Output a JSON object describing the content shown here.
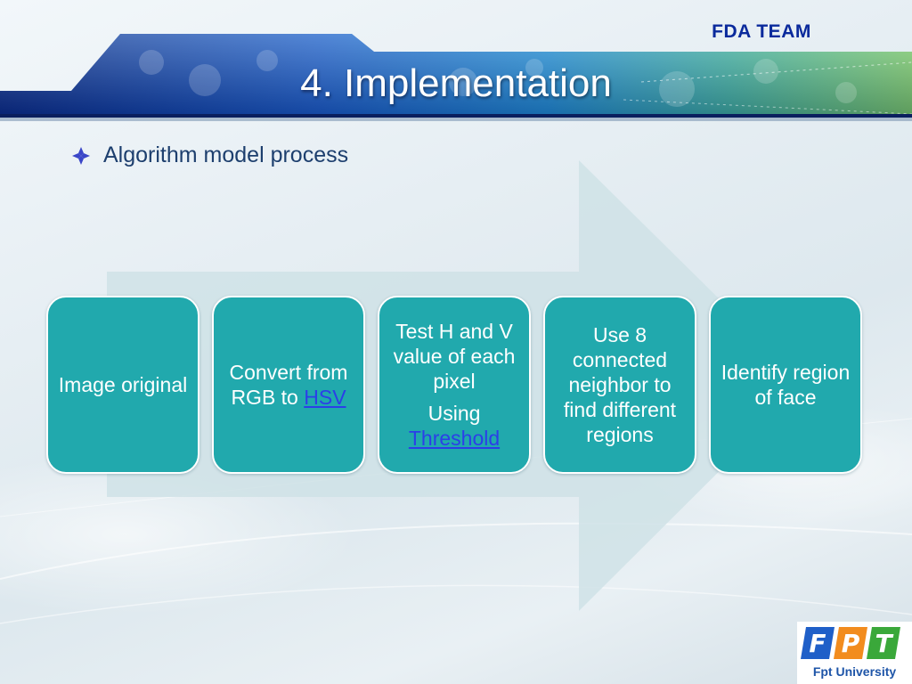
{
  "header": {
    "team": "FDA TEAM",
    "title": "4. Implementation"
  },
  "bullet": {
    "text": "Algorithm model process"
  },
  "process": {
    "steps": [
      {
        "lines": [
          "Image original"
        ]
      },
      {
        "text_before_link": "Convert from RGB to ",
        "link": "HSV"
      },
      {
        "text": "Test H and V value of each pixel",
        "using": "Using",
        "link": "Threshold"
      },
      {
        "lines": [
          "Use 8 connected neighbor to find different regions"
        ]
      },
      {
        "lines": [
          "Identify region of face"
        ]
      }
    ]
  },
  "logo": {
    "letters": "FPT",
    "caption": "Fpt University"
  },
  "colors": {
    "step_fill": "#21a9ad",
    "arrow_fill": "#cfe2e6",
    "title_text": "#ffffff",
    "team_text": "#0a2a9c",
    "link": "#2b3fe8"
  }
}
